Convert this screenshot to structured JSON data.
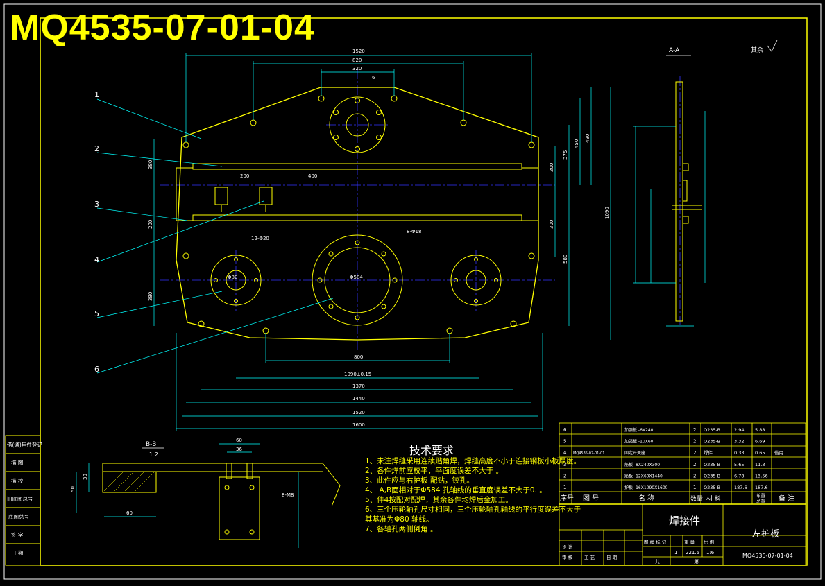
{
  "drawing_number": "MQ4535-07-01-04",
  "title_block": {
    "part_name": "左护板",
    "assembly_type": "焊接件",
    "drawing_number": "MQ4535-07-01-04",
    "scale": "1:6",
    "weight": "221.5",
    "quantity": "1",
    "headers": {
      "seq": "序号",
      "code": "图 号",
      "name": "名 称",
      "qty": "数量",
      "material": "材 料",
      "unit_weight": "单重",
      "total_weight": "总重",
      "remark": "备 注"
    },
    "labels": {
      "stage_mark": "图 样 标 记",
      "weight_label": "重 量",
      "scale_label": "比 例",
      "sheet_total": "共",
      "sheet_no": "第",
      "design": "设 计",
      "check": "审 核",
      "approve": "工 艺",
      "date": "日 期"
    }
  },
  "parts_list": [
    {
      "seq": "6",
      "code": "",
      "name": "加强板 -6X240",
      "qty": "2",
      "material": "Q235-B",
      "unit_weight": "2.94",
      "total_weight": "5.88",
      "remark": ""
    },
    {
      "seq": "5",
      "code": "",
      "name": "加强板 -10X60",
      "qty": "2",
      "material": "Q235-B",
      "unit_weight": "3.32",
      "total_weight": "6.69",
      "remark": ""
    },
    {
      "seq": "4",
      "code": "MQ4535-07-01-01",
      "name": "固定开关座",
      "qty": "2",
      "material": "焊件",
      "unit_weight": "0.33",
      "total_weight": "0.65",
      "remark": "借用"
    },
    {
      "seq": "3",
      "code": "",
      "name": "筋板 -8X240X300",
      "qty": "2",
      "material": "Q235-B",
      "unit_weight": "5.65",
      "total_weight": "11.3",
      "remark": ""
    },
    {
      "seq": "2",
      "code": "",
      "name": "筋板 -12X60X1440",
      "qty": "2",
      "material": "Q235-B",
      "unit_weight": "6.78",
      "total_weight": "13.56",
      "remark": ""
    },
    {
      "seq": "1",
      "code": "",
      "name": "护板 -16X1090X1600",
      "qty": "1",
      "material": "Q235-B",
      "unit_weight": "187.6",
      "total_weight": "187.6",
      "remark": ""
    }
  ],
  "technical_requirements": {
    "title": "技术要求",
    "items": [
      "1、未注焊缝采用连续贴角焊，焊缝高度不小于连接钢板小板厚度。",
      "2、各件焊前应校平，平面度误差不大于   。",
      "3、此件应与右护板 配钻，铰孔。",
      "4、  A,B面相对于Φ584 孔轴线的垂直度误差不大于0.     。",
      "5、件4按配对配焊，其余各件均焊后金加工。",
      "6、三个压轮轴孔尺寸相同，三个压轮轴孔轴线的平行度误差不大于",
      "    其基准为Φ80  轴线。",
      "7、各轴孔两侧倒角    。"
    ]
  },
  "views": {
    "section_aa": "A-A",
    "section_bb": "B-B",
    "section_bb_scale": "1:2",
    "roughness_note": "其余"
  },
  "balloons": [
    "1",
    "2",
    "3",
    "4",
    "5",
    "6"
  ],
  "dimensions": {
    "top": [
      "1520",
      "820",
      "320",
      "6"
    ],
    "bottom": [
      "800",
      "1090±0.15",
      "1370",
      "1440",
      "1520",
      "1600"
    ],
    "right": [
      "200",
      "375",
      "450",
      "490",
      "300",
      "580",
      "1090"
    ],
    "left": [
      "380",
      "200",
      "380"
    ],
    "mid": [
      "200",
      "400",
      "12-Φ20",
      "Φ80",
      "Φ584",
      "8-Φ18"
    ],
    "section": [
      "60",
      "36",
      "50",
      "30",
      "60",
      "8-M8"
    ]
  },
  "left_strip": [
    "借(通)用件登记",
    "描 图",
    "描 校",
    "旧底图总号",
    "底图总号",
    "签 字",
    "日 期"
  ],
  "colors": {
    "frame": "#ffff00",
    "outline": "#ffff00",
    "dimension": "#00ffff",
    "centerline": "#3333ff",
    "text": "#ffffff"
  }
}
